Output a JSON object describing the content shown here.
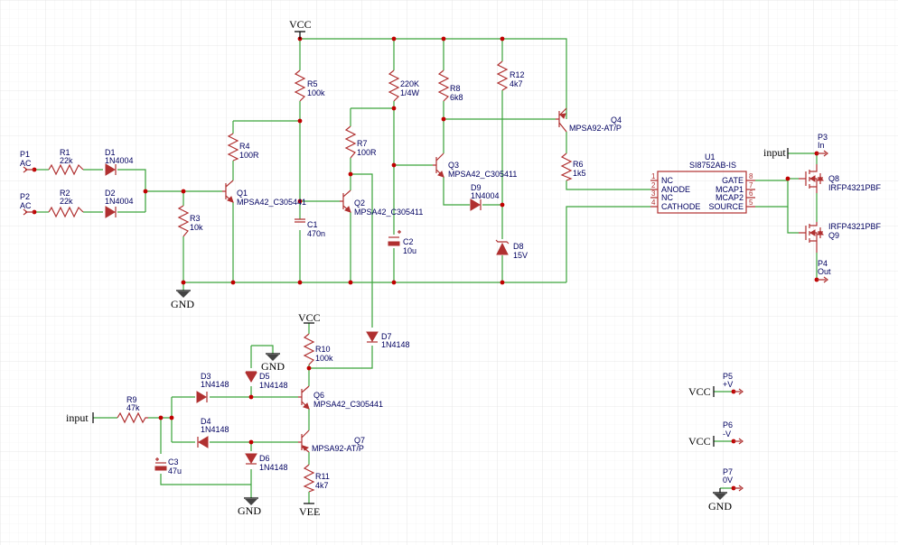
{
  "labels": {
    "vcc_top": "VCC",
    "vcc_mid": "VCC",
    "vcc_p5": "VCC",
    "vcc_p6": "VCC",
    "gnd_main": "GND",
    "gnd_d5": "GND",
    "gnd_bottom": "GND",
    "gnd_p7": "GND",
    "vee": "VEE",
    "input_left": "input",
    "input_right": "input"
  },
  "components": {
    "P1": {
      "ref": "P1",
      "val": "AC"
    },
    "P2": {
      "ref": "P2",
      "val": "AC"
    },
    "R1": {
      "ref": "R1",
      "val": "22k"
    },
    "R2": {
      "ref": "R2",
      "val": "22k"
    },
    "D1": {
      "ref": "D1",
      "val": "1N4004"
    },
    "D2": {
      "ref": "D2",
      "val": "1N4004"
    },
    "R3": {
      "ref": "R3",
      "val": "10k"
    },
    "R4": {
      "ref": "R4",
      "val": "100R"
    },
    "Q1": {
      "ref": "Q1",
      "val": "MPSA42_C305441"
    },
    "R5": {
      "ref": "R5",
      "val": "100k"
    },
    "C1": {
      "ref": "C1",
      "val": "470n"
    },
    "R7": {
      "ref": "R7",
      "val": "100R"
    },
    "Q2": {
      "ref": "Q2",
      "val": "MPSA42_C305411"
    },
    "R220": {
      "ref": "220K",
      "val": "1/4W"
    },
    "C2": {
      "ref": "C2",
      "val": "10u"
    },
    "R8": {
      "ref": "R8",
      "val": "6k8"
    },
    "Q3": {
      "ref": "Q3",
      "val": "MPSA42_C305411"
    },
    "D9": {
      "ref": "D9",
      "val": "1N4004"
    },
    "R12": {
      "ref": "R12",
      "val": "4k7"
    },
    "D8": {
      "ref": "D8",
      "val": "15V"
    },
    "Q4": {
      "ref": "Q4",
      "val": "MPSA92-AT/P"
    },
    "R6": {
      "ref": "R6",
      "val": "1k5"
    },
    "U1": {
      "ref": "U1",
      "val": "SI8752AB-IS"
    },
    "Q8": {
      "ref": "Q8",
      "val": "IRFP4321PBF"
    },
    "Q9": {
      "ref": "Q9",
      "val": "IRFP4321PBF"
    },
    "P3": {
      "ref": "P3",
      "val": "In"
    },
    "P4": {
      "ref": "P4",
      "val": "Out"
    },
    "D7": {
      "ref": "D7",
      "val": "1N4148"
    },
    "R10": {
      "ref": "R10",
      "val": "100k"
    },
    "D3": {
      "ref": "D3",
      "val": "1N4148"
    },
    "D5": {
      "ref": "D5",
      "val": "1N4148"
    },
    "Q6": {
      "ref": "Q6",
      "val": "MPSA42_C305441"
    },
    "R9": {
      "ref": "R9",
      "val": "47k"
    },
    "D4": {
      "ref": "D4",
      "val": "1N4148"
    },
    "Q7": {
      "ref": "Q7",
      "val": "MPSA92-AT/P"
    },
    "C3": {
      "ref": "C3",
      "val": "47u"
    },
    "D6": {
      "ref": "D6",
      "val": "1N4148"
    },
    "R11": {
      "ref": "R11",
      "val": "4k7"
    },
    "P5": {
      "ref": "P5",
      "val": "+V"
    },
    "P6": {
      "ref": "P6",
      "val": "-V"
    },
    "P7": {
      "ref": "P7",
      "val": "0V"
    }
  },
  "u1_pins": {
    "left": [
      {
        "num": "1",
        "name": "NC"
      },
      {
        "num": "2",
        "name": "ANODE"
      },
      {
        "num": "3",
        "name": "NC"
      },
      {
        "num": "4",
        "name": "CATHODE"
      }
    ],
    "right": [
      {
        "num": "8",
        "name": "GATE"
      },
      {
        "num": "7",
        "name": "MCAP1"
      },
      {
        "num": "6",
        "name": "MCAP2"
      },
      {
        "num": "5",
        "name": "SOURCE"
      }
    ]
  },
  "colors": {
    "wire": "#3aa33a",
    "symbol": "#b03030",
    "junction": "#c00000",
    "text": "#000060",
    "grid": "#e4e4e4"
  }
}
